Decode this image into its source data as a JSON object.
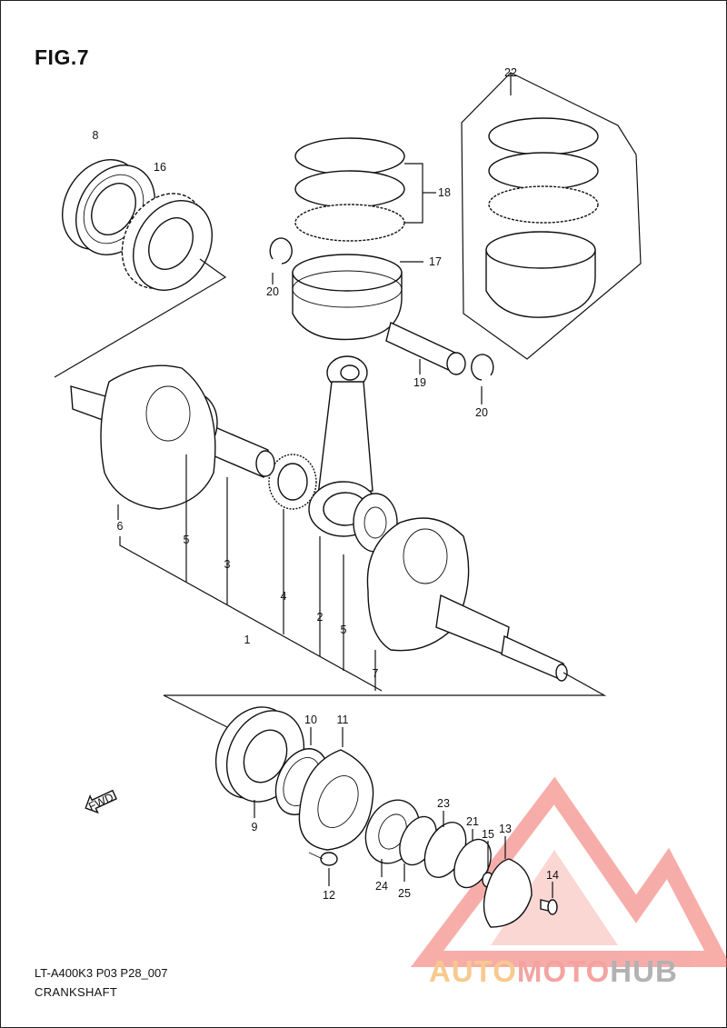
{
  "figure": {
    "title": "FIG.7",
    "model_code": "LT-A400K3 P03 P28_007",
    "section_name": "CRANKSHAFT"
  },
  "fwd_label": "FWD",
  "callouts": [
    {
      "id": "c1",
      "label": "1"
    },
    {
      "id": "c2",
      "label": "2"
    },
    {
      "id": "c3",
      "label": "3"
    },
    {
      "id": "c4",
      "label": "4"
    },
    {
      "id": "c5a",
      "label": "5"
    },
    {
      "id": "c5b",
      "label": "5"
    },
    {
      "id": "c6",
      "label": "6"
    },
    {
      "id": "c7",
      "label": "7"
    },
    {
      "id": "c8",
      "label": "8"
    },
    {
      "id": "c9",
      "label": "9"
    },
    {
      "id": "c10",
      "label": "10"
    },
    {
      "id": "c11",
      "label": "11"
    },
    {
      "id": "c12",
      "label": "12"
    },
    {
      "id": "c13",
      "label": "13"
    },
    {
      "id": "c14",
      "label": "14"
    },
    {
      "id": "c15",
      "label": "15"
    },
    {
      "id": "c16",
      "label": "16"
    },
    {
      "id": "c17",
      "label": "17"
    },
    {
      "id": "c18",
      "label": "18"
    },
    {
      "id": "c19",
      "label": "19"
    },
    {
      "id": "c20a",
      "label": "20"
    },
    {
      "id": "c20b",
      "label": "20"
    },
    {
      "id": "c21",
      "label": "21"
    },
    {
      "id": "c22",
      "label": "22"
    },
    {
      "id": "c23",
      "label": "23"
    },
    {
      "id": "c24",
      "label": "24"
    },
    {
      "id": "c25",
      "label": "25"
    }
  ],
  "watermark": {
    "part1": "AUTO",
    "part2": "MOTO",
    "part3": "HUB",
    "color_primary": "#f06b63",
    "color_secondary": "#f8a64a",
    "color_tertiary": "#9a9a9a"
  }
}
